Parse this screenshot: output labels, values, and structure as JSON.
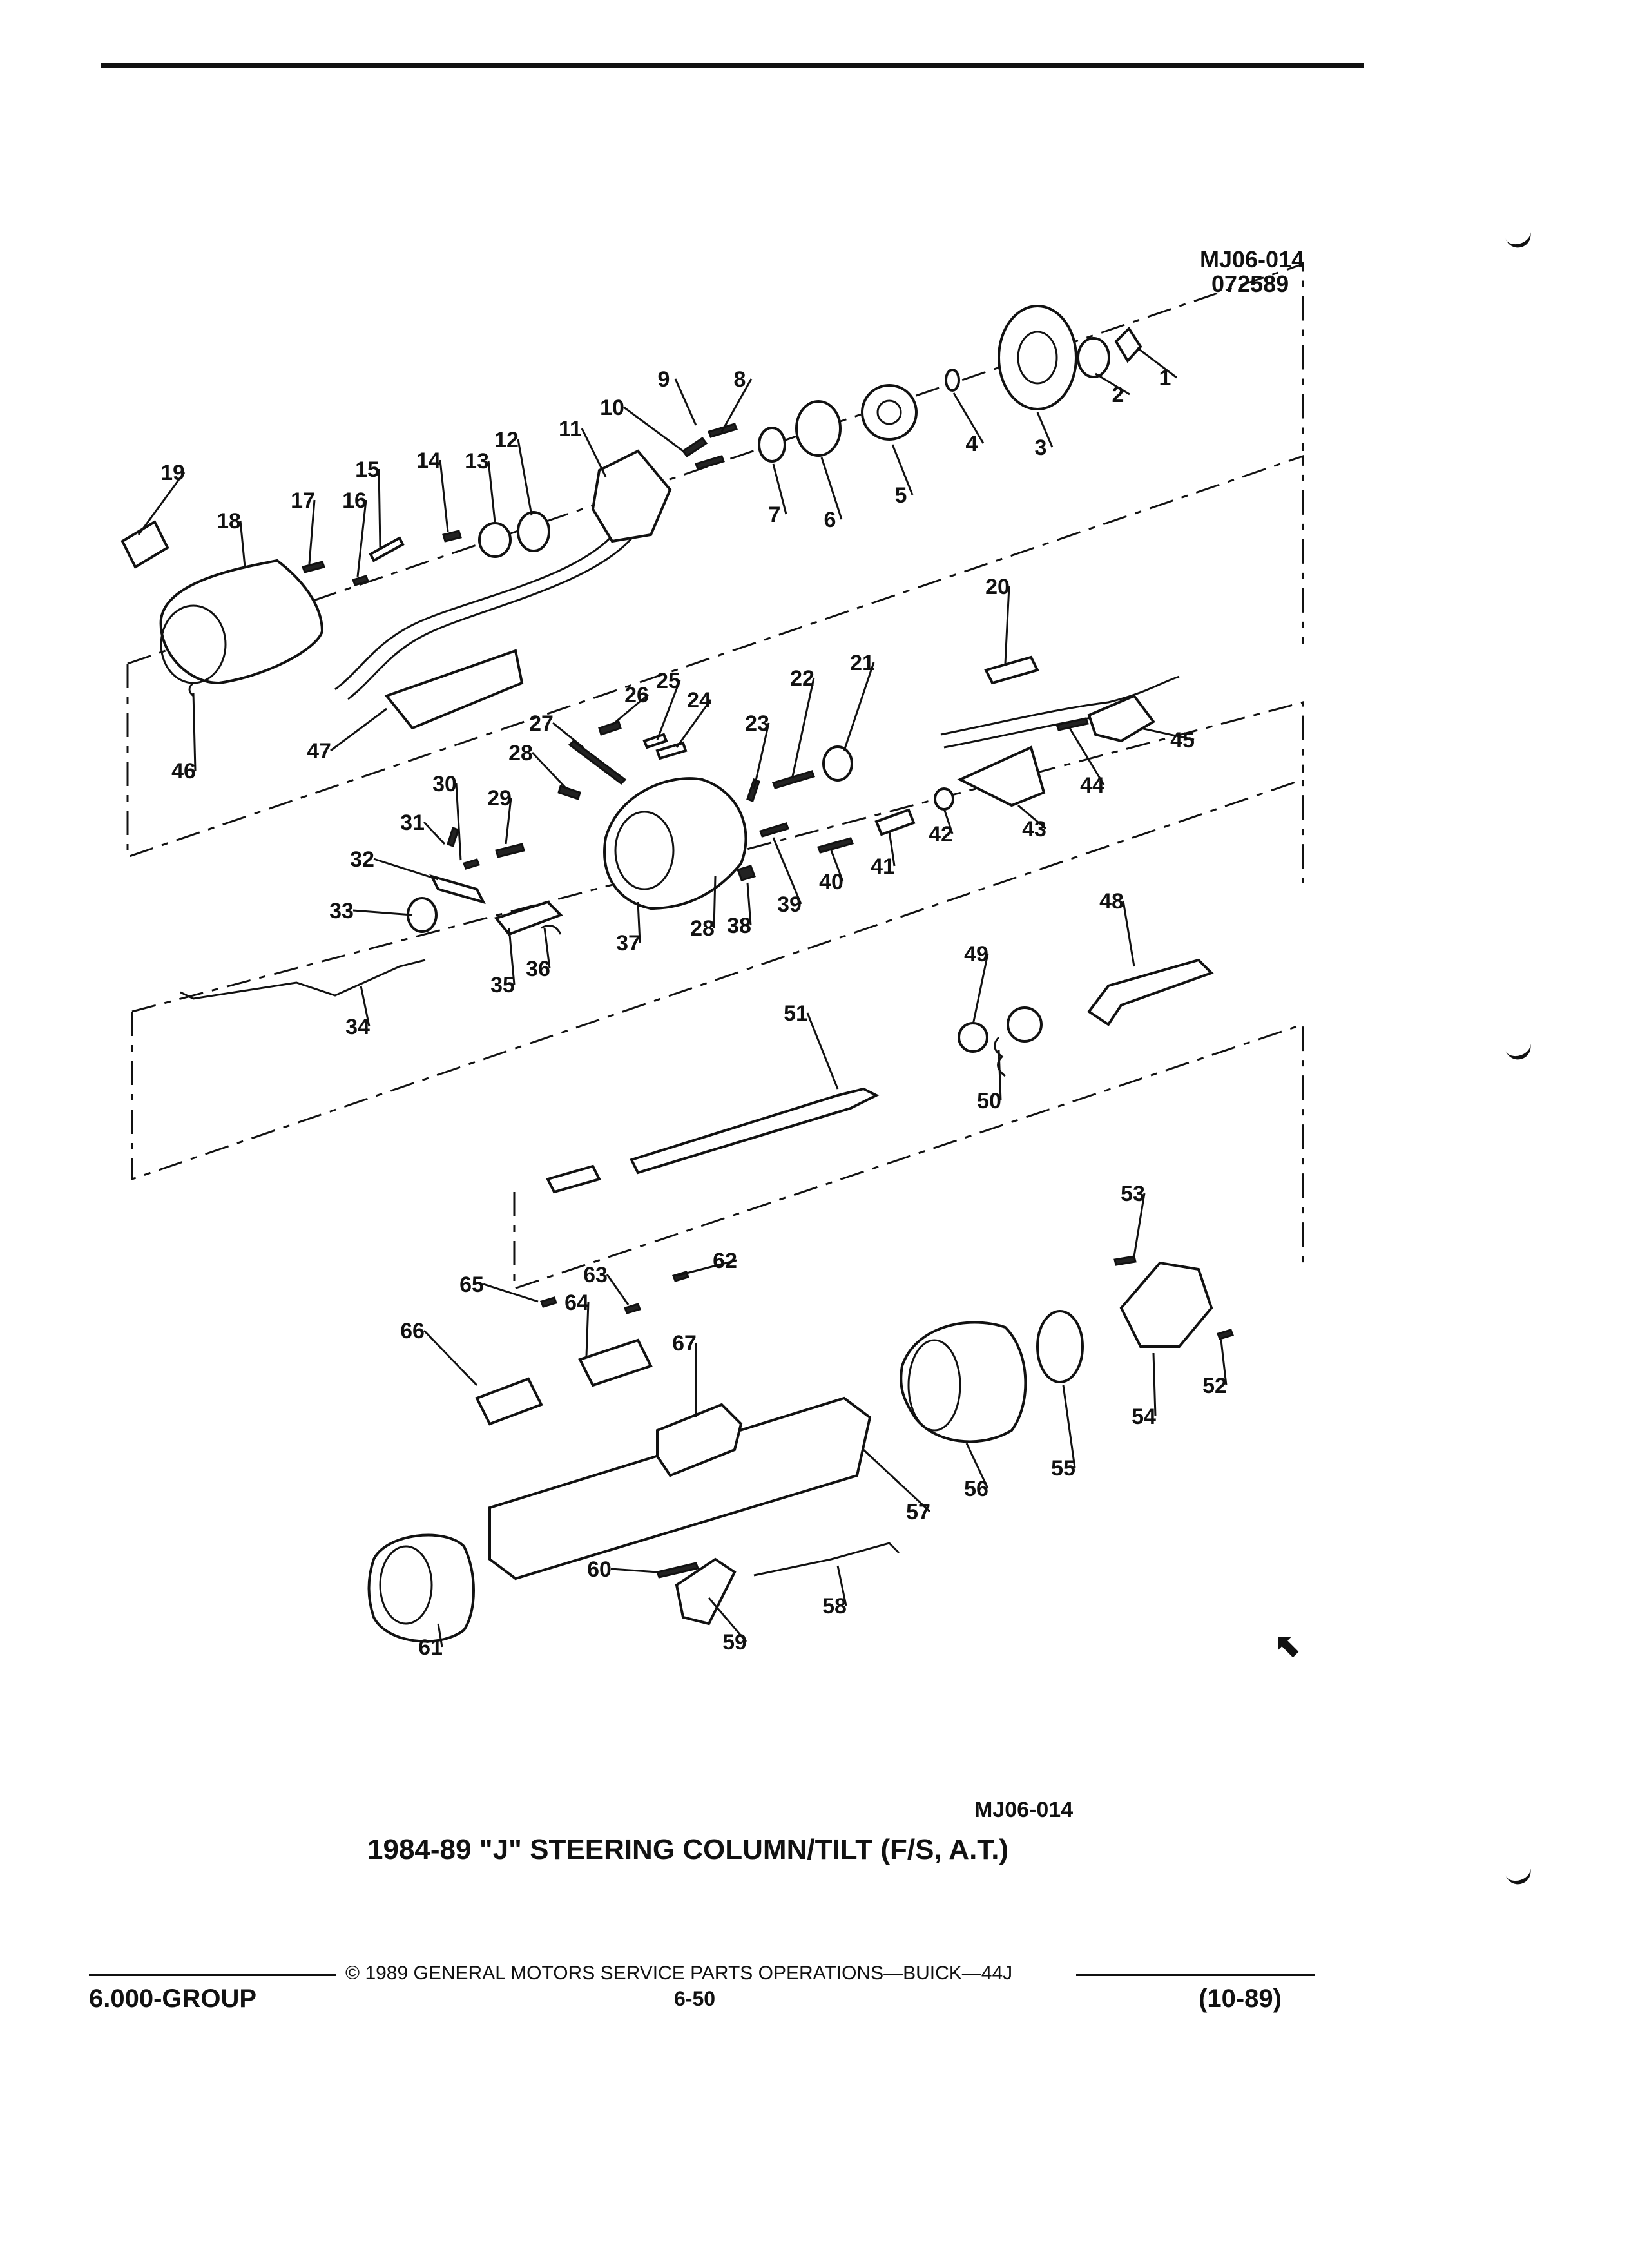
{
  "figure": {
    "id_top": "MJ06-014",
    "date_top": "072589",
    "id_bottom": "MJ06-014",
    "caption": "1984-89 \"J\" STEERING COLUMN/TILT (F/S, A.T.)"
  },
  "parts": [
    "1",
    "2",
    "3",
    "4",
    "5",
    "6",
    "7",
    "8",
    "9",
    "10",
    "11",
    "12",
    "13",
    "14",
    "15",
    "16",
    "17",
    "18",
    "19",
    "20",
    "21",
    "22",
    "23",
    "24",
    "25",
    "26",
    "27",
    "28",
    "28",
    "29",
    "30",
    "31",
    "32",
    "33",
    "34",
    "35",
    "36",
    "37",
    "38",
    "39",
    "40",
    "41",
    "42",
    "43",
    "44",
    "45",
    "46",
    "47",
    "48",
    "49",
    "50",
    "51",
    "52",
    "53",
    "54",
    "55",
    "56",
    "57",
    "58",
    "59",
    "60",
    "61",
    "62",
    "63",
    "64",
    "65",
    "66",
    "67"
  ],
  "footer": {
    "copyright": "© 1989 GENERAL MOTORS SERVICE PARTS OPERATIONS—BUICK—44J",
    "group": "6.000-GROUP",
    "page": "6-50",
    "revision": "(10-89)"
  }
}
